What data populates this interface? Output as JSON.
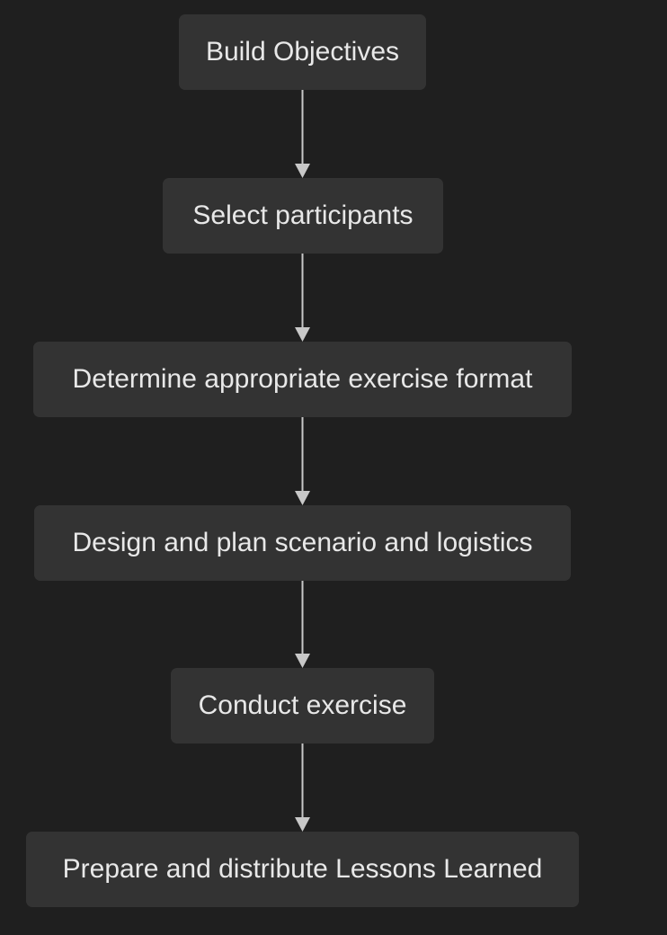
{
  "flowchart": {
    "nodes": [
      {
        "label": "Build Objectives"
      },
      {
        "label": "Select participants"
      },
      {
        "label": "Determine appropriate exercise format"
      },
      {
        "label": "Design and plan scenario and logistics"
      },
      {
        "label": "Conduct exercise"
      },
      {
        "label": "Prepare and distribute Lessons Learned"
      }
    ],
    "edge_color": "#c8c8c8"
  }
}
